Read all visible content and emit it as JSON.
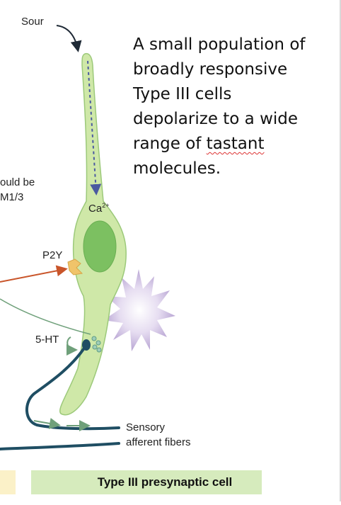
{
  "labels": {
    "sour": "Sour",
    "ca_base": "Ca",
    "ca_sup": "2+",
    "p2y": "P2Y",
    "serotonin": "5-HT",
    "sensory_line1": "Sensory",
    "sensory_line2": "afferent fibers",
    "cropped_line1": "ould be",
    "cropped_line2": "M1/3"
  },
  "description": {
    "lines": [
      "A small population of",
      "broadly responsive",
      "Type III cells",
      "depolarize to a wide"
    ],
    "line5_before": "range of ",
    "line5_flagged": "tastant",
    "line6": "molecules."
  },
  "footer": {
    "title": "Type III presynaptic cell"
  },
  "colors": {
    "cell_fill": "#cfe8a8",
    "cell_stroke": "#9cc97a",
    "nucleus": "#7cc061",
    "fiber": "#1f4e63",
    "arrow_orange": "#c9552a",
    "arrow_green": "#6fa07a",
    "receptor": "#f0c46a",
    "starburst": "#c8b9dd",
    "title_bar": "#d6ebbd"
  },
  "icons": [
    "starburst-icon",
    "vesicle-icon",
    "receptor-icon"
  ]
}
